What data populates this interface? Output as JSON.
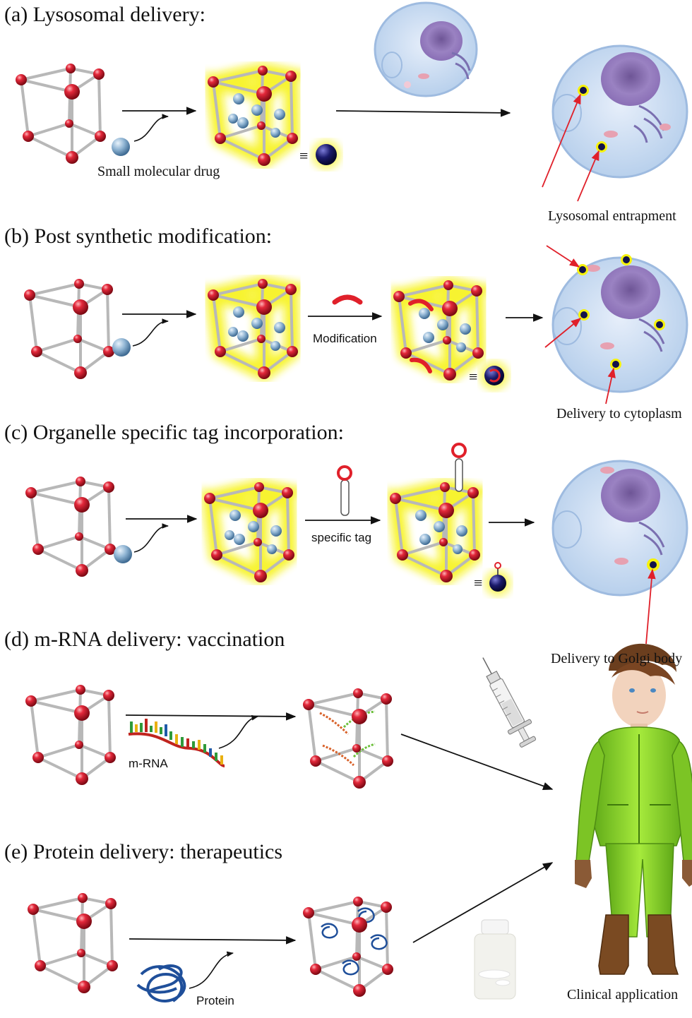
{
  "panels": [
    {
      "id": "a",
      "title": "(a) Lysosomal delivery:",
      "labels": [
        "Small molecular drug",
        "Lysosomal entrapment"
      ]
    },
    {
      "id": "b",
      "title": "(b) Post synthetic modification:",
      "labels": [
        "Modification",
        "Delivery to cytoplasm"
      ]
    },
    {
      "id": "c",
      "title": "(c) Organelle specific tag incorporation:",
      "labels": [
        "specific tag",
        "Delivery to Golgi body"
      ]
    },
    {
      "id": "d",
      "title": "(d) m-RNA delivery: vaccination",
      "labels": [
        "m-RNA"
      ]
    },
    {
      "id": "e",
      "title": "(e) Protein delivery: therapeutics",
      "labels": [
        "Protein",
        "Clinical application"
      ]
    }
  ],
  "equiv_symbol": "≡",
  "colors": {
    "node": "#d31a2b",
    "rod": "#b8b8b8",
    "glow": "#f6f20c",
    "drug": "#7fa6c8",
    "drug_dark": "#12124a",
    "cell": "#cfe0f3",
    "nucleus": "#8c72b8",
    "arrow_red": "#e0202a",
    "suit": "#86d62a"
  }
}
